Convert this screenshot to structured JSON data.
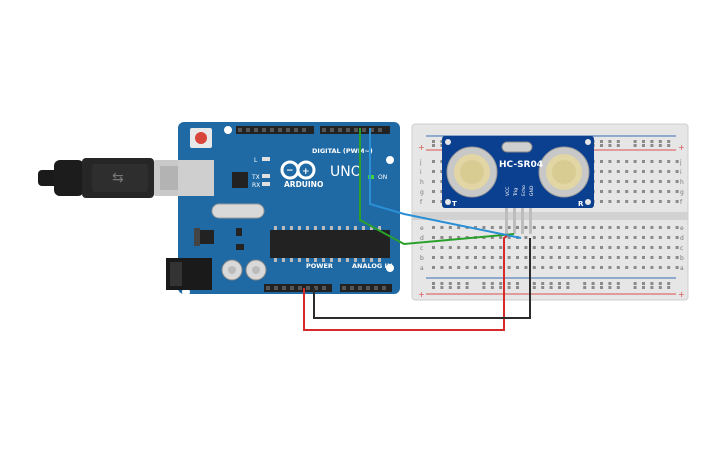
{
  "arduino": {
    "brand": "ARDUINO",
    "model": "UNO",
    "digital_label": "DIGITAL (PWM~)",
    "power_label": "POWER",
    "analog_label": "ANALOG IN",
    "on_label": "ON",
    "l_label": "L",
    "tx_label": "TX",
    "rx_label": "RX",
    "color_board": "#1f6aa5",
    "color_usb": "#2b2b2b",
    "color_header": "#222222"
  },
  "sensor": {
    "name": "HC-SR04",
    "left_mark": "T",
    "right_mark": "R",
    "pin_labels": [
      "VCC",
      "Trig",
      "Echo",
      "GND"
    ],
    "color_board": "#0b3f8f"
  },
  "breadboard": {
    "rows_top": [
      "j",
      "i",
      "h",
      "g",
      "f"
    ],
    "rows_bottom": [
      "e",
      "d",
      "c",
      "b",
      "a"
    ],
    "plus_sign": "+",
    "minus_sign": "-",
    "color_body": "#e6e6e6",
    "color_rail_red": "#d9534f",
    "color_rail_blue": "#3b6db5"
  },
  "wires": [
    {
      "name": "trig-wire",
      "color": "#2aa02a"
    },
    {
      "name": "echo-wire",
      "color": "#2b8fd6"
    },
    {
      "name": "power-5v-wire",
      "color": "#d62b2b"
    },
    {
      "name": "ground-wire",
      "color": "#2b2b2b"
    }
  ]
}
